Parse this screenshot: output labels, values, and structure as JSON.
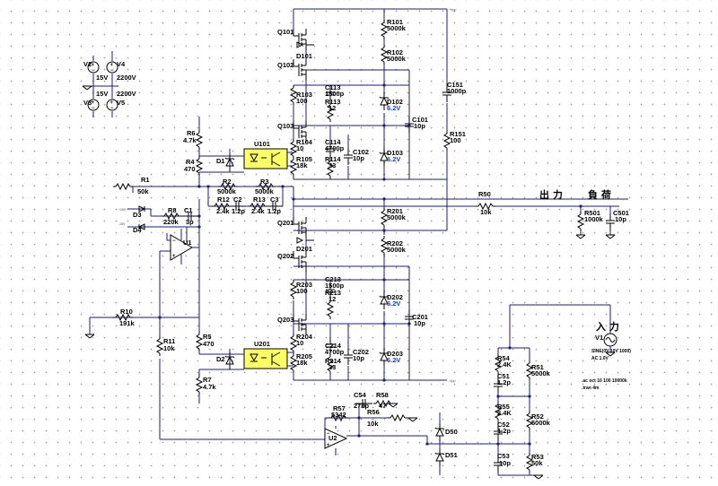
{
  "ports": {
    "top_rail": "+Vpp",
    "bottom_rail": "-Vpp",
    "plus15": "+15V",
    "minus15": "-15V"
  },
  "sources": {
    "V2": {
      "ref": "V2",
      "value": "15V"
    },
    "V3": {
      "ref": "V3",
      "value": "15V"
    },
    "V4": {
      "ref": "V4",
      "value": "2200V"
    },
    "V5": {
      "ref": "V5",
      "value": "2200V"
    },
    "V1": {
      "ref": "V1",
      "value": "SINE(0V 10V 1000)",
      "ac": "AC 1.0V"
    }
  },
  "labels": {
    "output": "出 力",
    "load": "負 荷",
    "input": "入 力"
  },
  "directives": {
    "ac": ".ac oct 10 100 10000k",
    "tran": ".tran 4m"
  },
  "upper": {
    "R101": {
      "ref": "R101",
      "value": "5000k"
    },
    "R102": {
      "ref": "R102",
      "value": "5000k"
    },
    "Q101": "Q101",
    "D101": "D101",
    "Q102": "Q102",
    "R103": {
      "ref": "R103",
      "value": "100"
    },
    "C113": {
      "ref": "C113",
      "value": "1500p"
    },
    "R113": {
      "ref": "R113",
      "value": "12"
    },
    "D102": {
      "ref": "D102",
      "value": "6.2V"
    },
    "Q103": "Q103",
    "C101": {
      "ref": "C101",
      "value": "10p"
    },
    "C151": {
      "ref": "C151",
      "value": "1000p"
    },
    "R151": {
      "ref": "R151",
      "value": "100"
    },
    "R104": {
      "ref": "R104",
      "value": "10"
    },
    "C114": {
      "ref": "C114",
      "value": "4700p"
    },
    "R114": {
      "ref": "R114",
      "value": "33"
    },
    "C102": {
      "ref": "C102",
      "value": "10p"
    },
    "D103": {
      "ref": "D103",
      "value": "6.2V"
    },
    "R105": {
      "ref": "R105",
      "value": "18k"
    },
    "U101": "U101"
  },
  "lower": {
    "R201": {
      "ref": "R201",
      "value": "5000k"
    },
    "R202": {
      "ref": "R202",
      "value": "5000k"
    },
    "Q201": "Q201",
    "D201": "D201",
    "Q202": "Q202",
    "R203": {
      "ref": "R203",
      "value": "100"
    },
    "C213": {
      "ref": "C213",
      "value": "1500p"
    },
    "R213": {
      "ref": "R213",
      "value": "12"
    },
    "D202": {
      "ref": "D202",
      "value": "6.2V"
    },
    "C201": {
      "ref": "C201",
      "value": "10p"
    },
    "Q203": "Q203",
    "R204": {
      "ref": "R204",
      "value": "10"
    },
    "C214": {
      "ref": "C214",
      "value": "4700p"
    },
    "R214": {
      "ref": "R214",
      "value": "33"
    },
    "C202": {
      "ref": "C202",
      "value": "10p"
    },
    "D203": {
      "ref": "D203",
      "value": "6.2V"
    },
    "R205": {
      "ref": "R205",
      "value": "18k"
    },
    "U201": "U201"
  },
  "left": {
    "R6": {
      "ref": "R6",
      "value": "4.7k"
    },
    "R4": {
      "ref": "R4",
      "value": "470"
    },
    "D1": "D1",
    "R1": {
      "ref": "R1",
      "value": "50k"
    },
    "R2": {
      "ref": "R2",
      "value": "5000k"
    },
    "R3": {
      "ref": "R3",
      "value": "5000k"
    },
    "R12": {
      "ref": "R12",
      "value": "2.4k"
    },
    "C2": {
      "ref": "C2",
      "value": "1.2p"
    },
    "R13": {
      "ref": "R13",
      "value": "2.4k"
    },
    "C3": {
      "ref": "C3",
      "value": "1.2p"
    },
    "D3": "D3",
    "D4": "D4",
    "R8": {
      "ref": "R8",
      "value": "220k"
    },
    "C1": {
      "ref": "C1",
      "value": "3p"
    },
    "U1": "U1",
    "R10": {
      "ref": "R10",
      "value": "191k"
    },
    "R11": {
      "ref": "R11",
      "value": "10k"
    },
    "R5": {
      "ref": "R5",
      "value": "470"
    },
    "R7": {
      "ref": "R7",
      "value": "4.7k"
    },
    "D2": "D2"
  },
  "output_net": {
    "R50": {
      "ref": "R50",
      "value": "10k"
    },
    "R501": {
      "ref": "R501",
      "value": "1000k"
    },
    "C501": {
      "ref": "C501",
      "value": "10p"
    }
  },
  "divider": {
    "R54": {
      "ref": "R54",
      "value": "2.4K"
    },
    "C51": {
      "ref": "C51",
      "value": "1.2p"
    },
    "R51": {
      "ref": "R51",
      "value": "5000k"
    },
    "R55": {
      "ref": "R55",
      "value": "2.4K"
    },
    "C52": {
      "ref": "C52",
      "value": "1.2p"
    },
    "R52": {
      "ref": "R52",
      "value": "5000k"
    },
    "C53": {
      "ref": "C53",
      "value": "10p"
    },
    "R53": {
      "ref": "R53",
      "value": "50k"
    }
  },
  "feedback": {
    "R57": {
      "ref": "R57",
      "value": "5342"
    },
    "C54": {
      "ref": "C54",
      "value": "270p"
    },
    "R58": {
      "ref": "R58",
      "value": "47"
    },
    "R56": {
      "ref": "R56",
      "value": "10k"
    },
    "U2": "U2",
    "D50": "D50",
    "D51": "D51"
  }
}
